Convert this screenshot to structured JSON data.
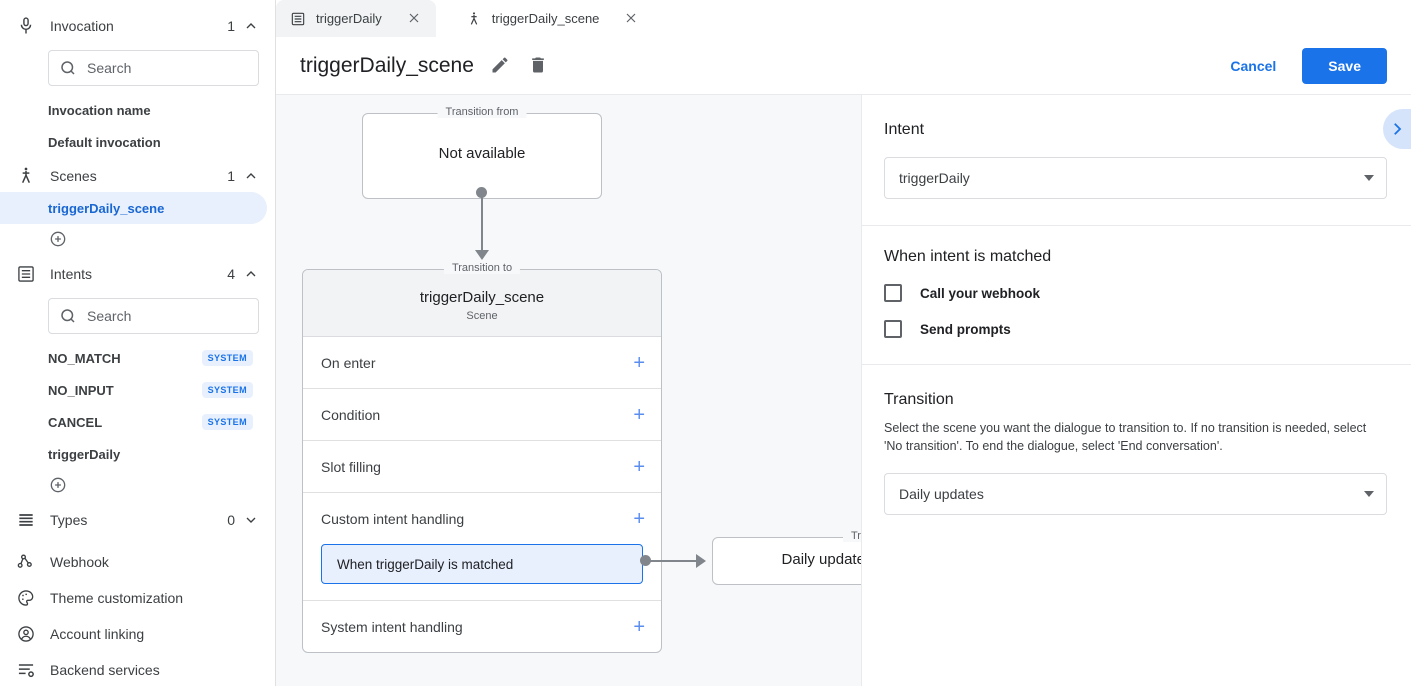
{
  "sidebar": {
    "groups": [
      {
        "icon": "microphone-icon",
        "label": "Invocation",
        "count": "1",
        "chevron": "up"
      },
      {
        "icon": "scenes-icon",
        "label": "Scenes",
        "count": "1",
        "chevron": "up"
      },
      {
        "icon": "intents-icon",
        "label": "Intents",
        "count": "4",
        "chevron": "up"
      },
      {
        "icon": "types-icon",
        "label": "Types",
        "count": "0",
        "chevron": "down"
      }
    ],
    "invocation_search_placeholder": "Search",
    "invocation_items": [
      {
        "label": "Invocation name"
      },
      {
        "label": "Default invocation"
      }
    ],
    "scene_items": [
      {
        "label": "triggerDaily_scene",
        "selected": true
      }
    ],
    "intents_search_placeholder": "Search",
    "intent_items": [
      {
        "label": "NO_MATCH",
        "badge": "SYSTEM"
      },
      {
        "label": "NO_INPUT",
        "badge": "SYSTEM"
      },
      {
        "label": "CANCEL",
        "badge": "SYSTEM"
      },
      {
        "label": "triggerDaily",
        "badge": ""
      }
    ],
    "bottom_items": [
      {
        "icon": "webhook-icon",
        "label": "Webhook"
      },
      {
        "icon": "palette-icon",
        "label": "Theme customization"
      },
      {
        "icon": "account-icon",
        "label": "Account linking"
      },
      {
        "icon": "backend-icon",
        "label": "Backend services"
      }
    ]
  },
  "tabs": [
    {
      "icon": "intents-icon",
      "label": "triggerDaily",
      "active": false
    },
    {
      "icon": "scenes-icon",
      "label": "triggerDaily_scene",
      "active": true
    }
  ],
  "header": {
    "title": "triggerDaily_scene",
    "cancel_label": "Cancel",
    "save_label": "Save"
  },
  "canvas": {
    "from_node": {
      "legend": "Transition from",
      "text": "Not available"
    },
    "scene_card": {
      "legend": "Transition to",
      "name": "triggerDaily_scene",
      "subtitle": "Scene",
      "rows": [
        {
          "label": "On enter",
          "plus": "+"
        },
        {
          "label": "Condition",
          "plus": "+"
        },
        {
          "label": "Slot filling",
          "plus": "+"
        },
        {
          "label": "Custom intent handling",
          "plus": "+"
        },
        {
          "label": "System intent handling",
          "plus": "+"
        }
      ],
      "handler_chip": "When triggerDaily is matched"
    },
    "target_node": {
      "legend": "Transition to",
      "text": "Daily updates"
    }
  },
  "panel": {
    "intent": {
      "heading": "Intent",
      "selected": "triggerDaily"
    },
    "matched": {
      "heading": "When intent is matched",
      "checkboxes": [
        {
          "label": "Call your webhook",
          "checked": false
        },
        {
          "label": "Send prompts",
          "checked": false
        }
      ]
    },
    "transition": {
      "heading": "Transition",
      "description": "Select the scene you want the dialogue to transition to. If no transition is needed, select 'No transition'. To end the dialogue, select 'End conversation'.",
      "selected": "Daily updates"
    },
    "collapse_icon": "chevron-right-icon"
  },
  "colors": {
    "accent": "#1a73e8",
    "selected_bg": "#e8f0fe",
    "canvas_bg": "#f7f8fa"
  }
}
